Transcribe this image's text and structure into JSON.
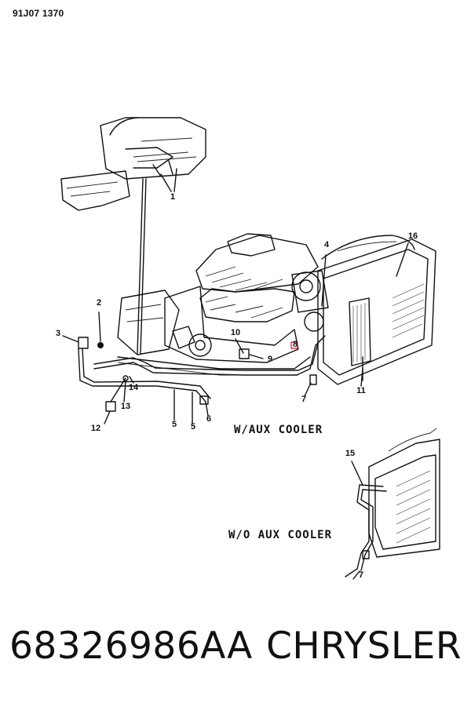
{
  "figure_id": "91J07 1370",
  "captions": {
    "with_aux_cooler": "W/AUX COOLER",
    "without_aux_cooler": "W/O AUX COOLER"
  },
  "callouts": {
    "c1": "1",
    "c2": "2",
    "c3": "3",
    "c4": "4",
    "c5a": "5",
    "c5b": "5",
    "c6": "6",
    "c7a": "7",
    "c7b": "7",
    "c8": "8",
    "c9": "9",
    "c10": "10",
    "c11": "11",
    "c12": "12",
    "c13": "13",
    "c14": "14",
    "c15": "15",
    "c16": "16"
  },
  "footer": {
    "part_number": "68326986AA",
    "brand": "CHRYSLER"
  },
  "colors": {
    "line": "#111111",
    "highlight": "#d0203a",
    "background": "#ffffff"
  }
}
